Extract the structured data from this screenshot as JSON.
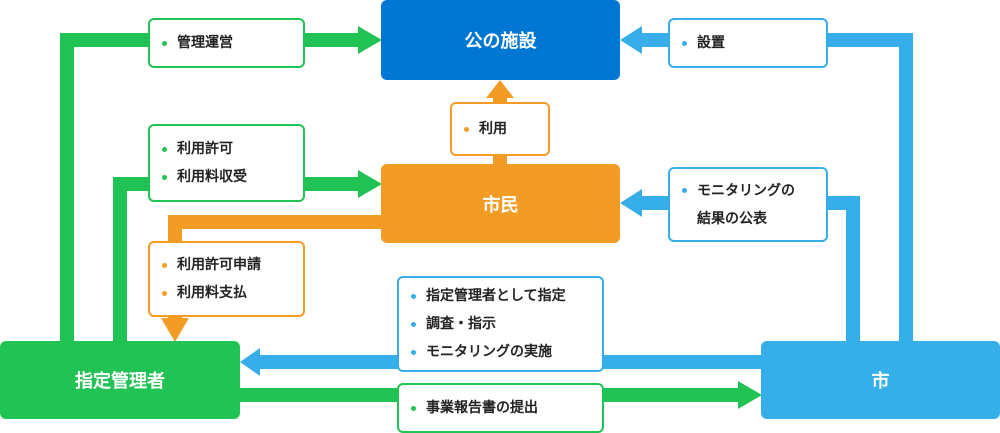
{
  "colors": {
    "facility": "#0077d2",
    "citizen": "#f29c26",
    "manager": "#21c355",
    "city": "#36aeea"
  },
  "nodes": {
    "facility": "公の施設",
    "citizen": "市民",
    "manager": "指定管理者",
    "city": "市"
  },
  "labels": {
    "management": [
      "管理運営"
    ],
    "installation": [
      "設置"
    ],
    "usage": [
      "利用"
    ],
    "permission": [
      "利用許可",
      "利用料収受"
    ],
    "monitoring_publish": [
      "モニタリングの",
      "結果の公表"
    ],
    "application": [
      "利用許可申請",
      "利用料支払"
    ],
    "designation": [
      "指定管理者として指定",
      "調査・指示",
      "モニタリングの実施"
    ],
    "report": [
      "事業報告書の提出"
    ]
  }
}
